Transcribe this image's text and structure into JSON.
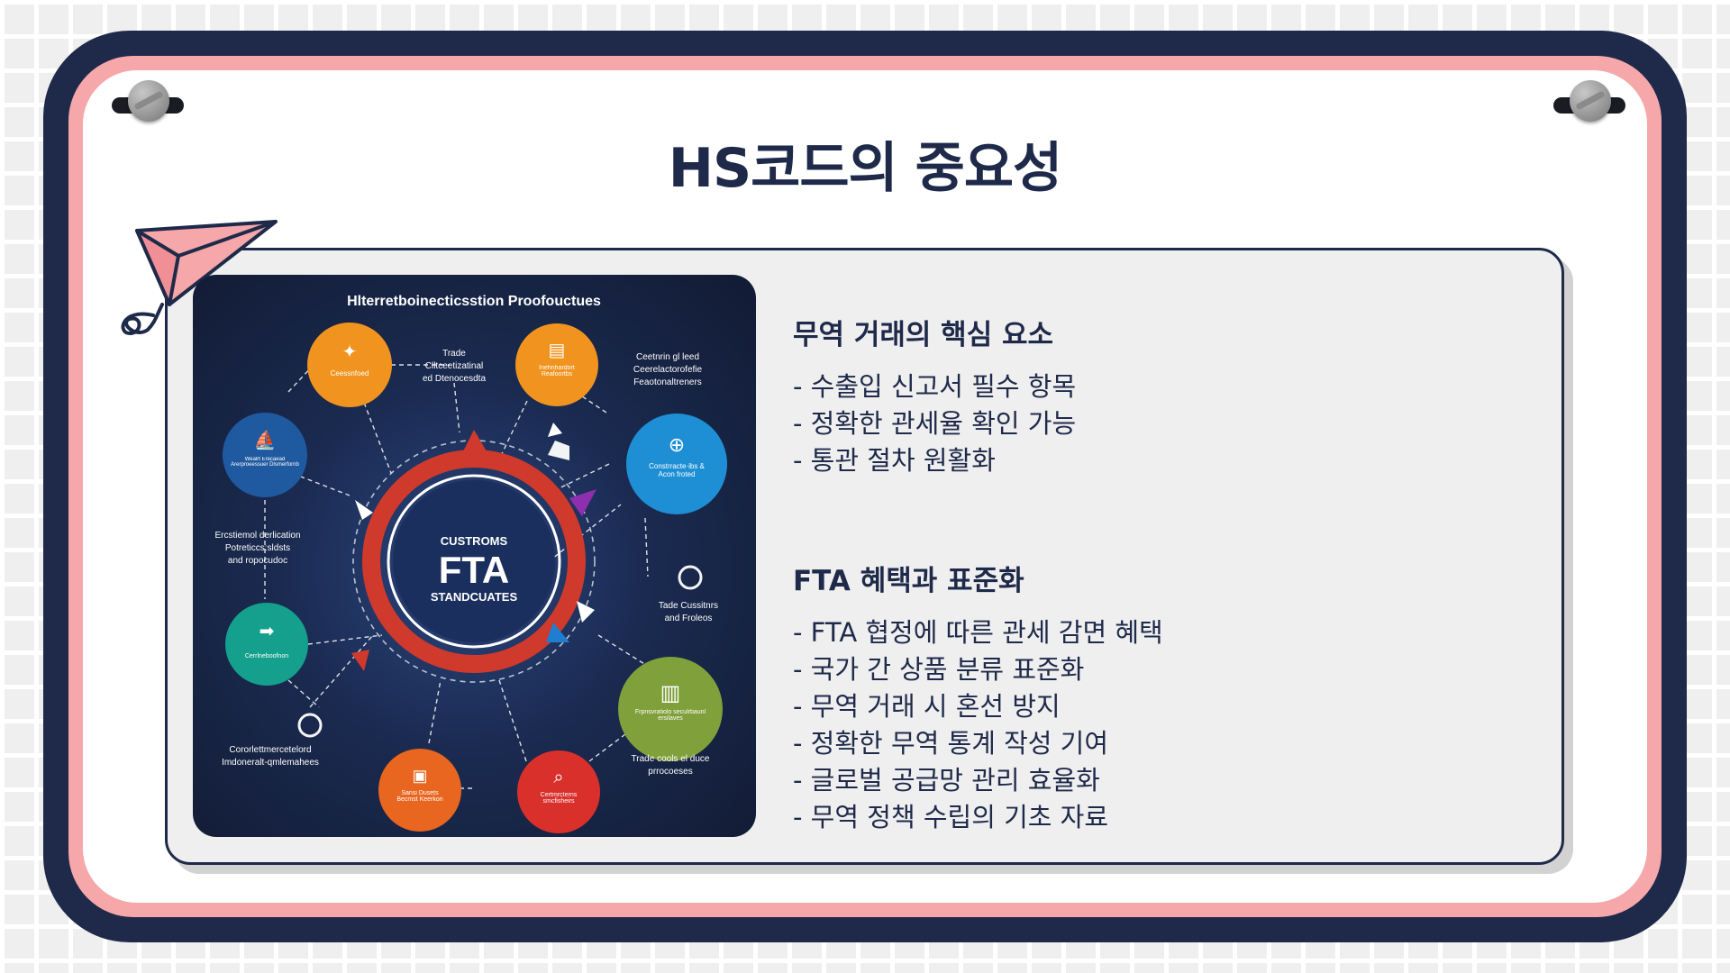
{
  "slide": {
    "title": "HS코드의 중요성"
  },
  "colors": {
    "navy": "#1f2a4a",
    "pink": "#f6a7aa",
    "panel": "#efefef"
  },
  "infographic": {
    "header": "Hlterretboinecticsstion Proofouctues",
    "center": {
      "top": "CUSTROMS",
      "main": "FTA",
      "bottom": "STANDCUATES"
    },
    "nodes": [
      {
        "label": "Ceessnfoed",
        "icon": "handshake-icon",
        "color": "#f0941f"
      },
      {
        "label": "Inehnhardort Reafoortbs",
        "icon": "document-icon",
        "color": "#f0941f"
      },
      {
        "label": "Constrracte·ibs & Acon froted",
        "icon": "globe-icon",
        "color": "#1e8fd5"
      },
      {
        "label": "Wealrt Erecaead Arerproeessuer Dlsmerfornb",
        "icon": "ship-icon",
        "color": "#1f5aa0"
      },
      {
        "label": "Cerrlneboofnon",
        "icon": "truck-icon",
        "color": "#14a08c"
      },
      {
        "label": "Frpnsvratiolo seculrbaunl ersilaves",
        "icon": "clipboard-icon",
        "color": "#7fa03a"
      },
      {
        "label": "Sansi Dusets Becmst Keerkon",
        "icon": "briefcase-icon",
        "color": "#e8661f"
      },
      {
        "label": "Certmrcterns smcfisheirs",
        "icon": "magnifier-icon",
        "color": "#d9302b"
      }
    ],
    "captions": [
      "Trade",
      "Clltceetizatinal",
      "ed Dtenocesdta",
      "Ceetnrin gl leed",
      "Ceerelactorofefie",
      "Feaotonaltreners",
      "Ercstiemol derlication",
      "Potreticcs:sldsts",
      "and ropocudoc",
      "Tade Cussitnrs",
      "and Froleos",
      "Cororlettmercetelord",
      "Imdoneralt-qmlemahees",
      "Trade cools el duce",
      "prrocoeses"
    ]
  },
  "sections": [
    {
      "heading": "무역 거래의 핵심 요소",
      "items": [
        "- 수출입 신고서 필수 항목",
        "- 정확한 관세율 확인 가능",
        "- 통관 절차 원활화"
      ]
    },
    {
      "heading": "FTA 혜택과 표준화",
      "items": [
        "- FTA 협정에 따른 관세 감면 혜택",
        "- 국가 간 상품 분류 표준화",
        "- 무역 거래 시 혼선 방지",
        "- 정확한 무역 통계 작성 기여",
        "- 글로벌 공급망 관리 효율화",
        "- 무역 정책 수립의 기초 자료"
      ]
    }
  ]
}
